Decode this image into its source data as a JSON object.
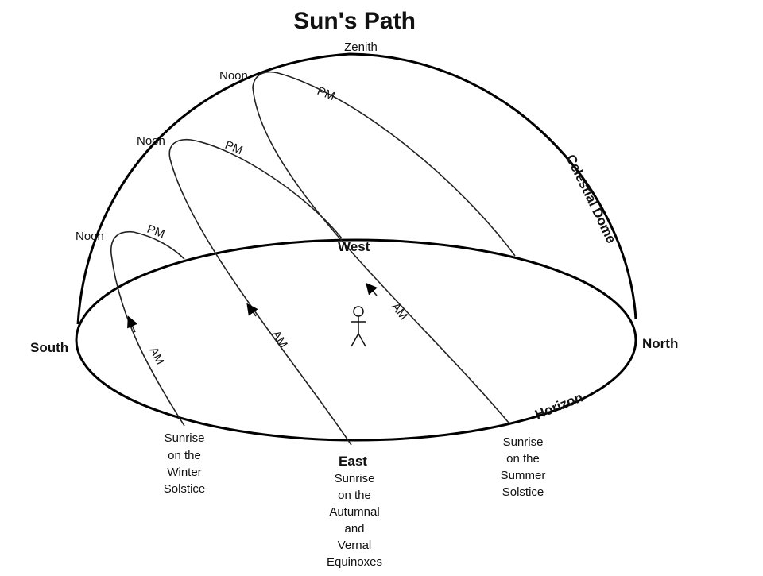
{
  "title": "Sun's Path",
  "zenith": "Zenith",
  "celestial_dome": "Celestial Dome",
  "horizon": "Horizon",
  "directions": {
    "south": "South",
    "north": "North",
    "west": "West",
    "east": "East"
  },
  "paths": [
    {
      "noon": "Noon",
      "pm": "PM",
      "am": "AM"
    },
    {
      "noon": "Noon",
      "pm": "PM",
      "am": "AM"
    },
    {
      "noon": "Noon",
      "pm": "PM",
      "am": "AM"
    }
  ],
  "sunrise": {
    "winter": [
      "Sunrise",
      "on the",
      "Winter",
      "Solstice"
    ],
    "equinox": [
      "Sunrise",
      "on the",
      "Autumnal",
      "and",
      "Vernal",
      "Equinoxes"
    ],
    "summer": [
      "Sunrise",
      "on the",
      "Summer",
      "Solstice"
    ]
  }
}
